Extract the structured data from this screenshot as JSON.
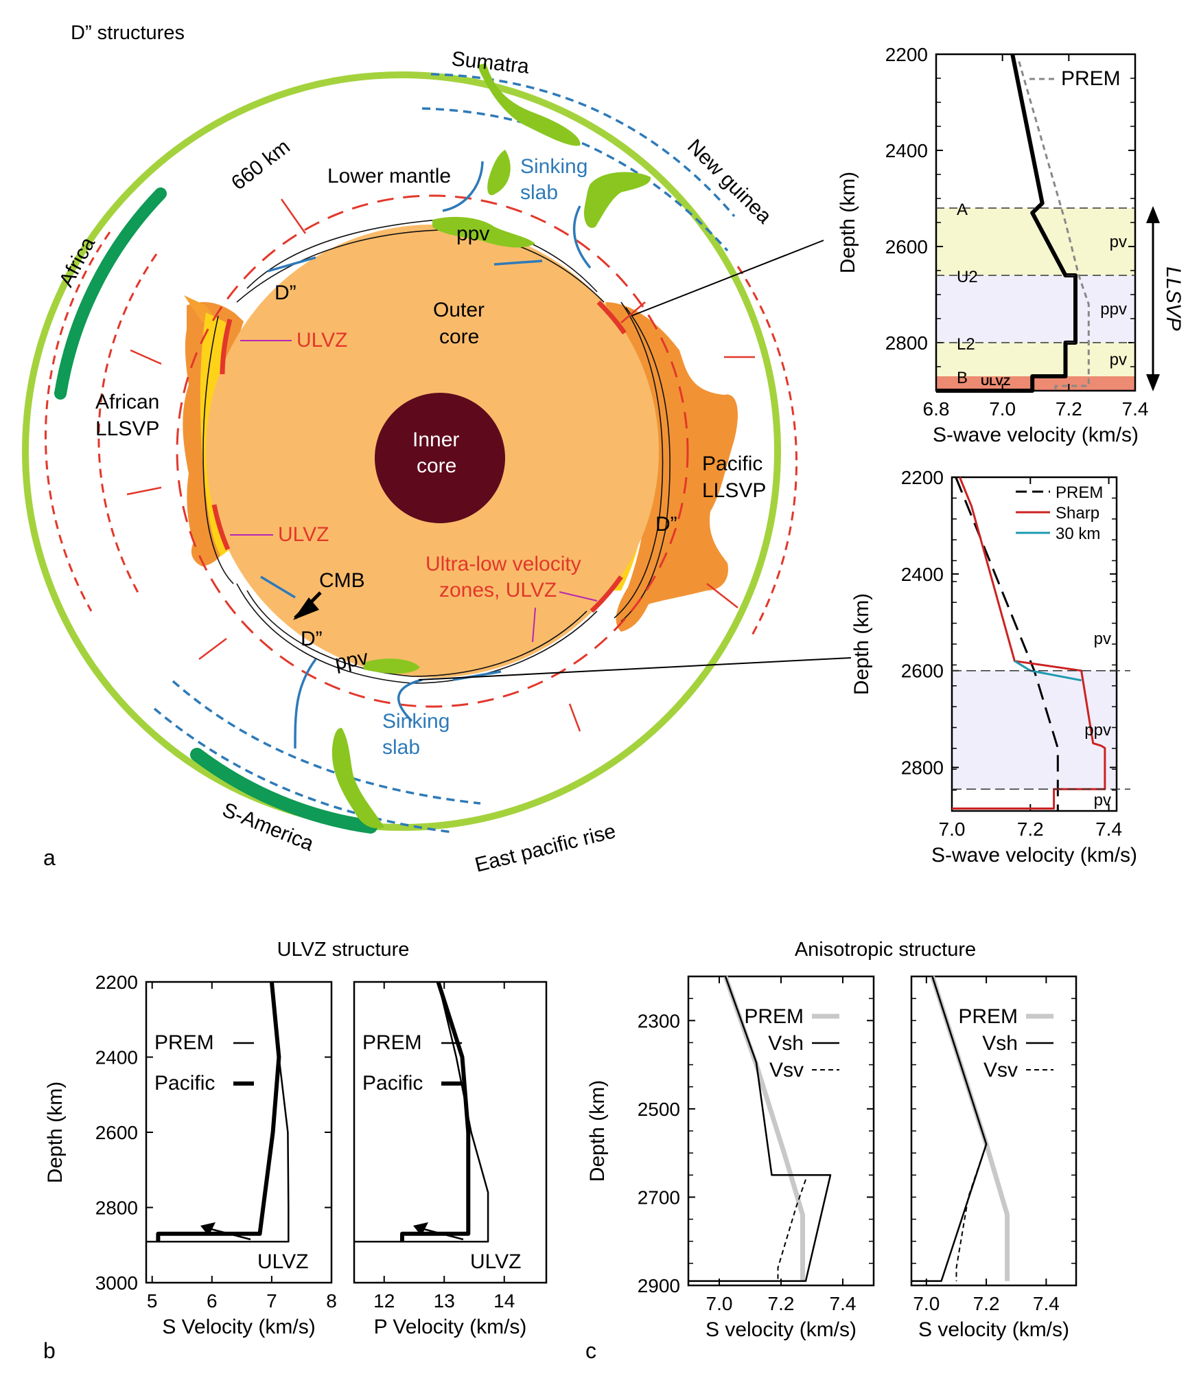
{
  "figure": {
    "section_title": "D” structures",
    "panel_labels": {
      "a": "a",
      "b": "b",
      "c": "c"
    },
    "colors": {
      "outer_core": "#f9bb6a",
      "inner_core": "#5e0a1c",
      "earth_surface": "#a4d23d",
      "continent": "#0f9a55",
      "slab": "#8bc620",
      "red_dash": "#e2372a",
      "blue_dash": "#2e7ab8",
      "llsvp": "#f08a24",
      "pv_band": "#f6f6cf",
      "ppv_band": "#efeefa",
      "ulvz_band": "#ec8b72",
      "prem_grey": "#888888",
      "sharp_red": "#cc2222",
      "km30_cyan": "#1b9ab0"
    }
  },
  "diagram": {
    "labels": {
      "sumatra": "Sumatra",
      "new_guinea": "New guinea",
      "africa": "Africa",
      "s_america": "S-America",
      "east_pacific_rise": "East pacific rise",
      "km660": "660 km",
      "lower_mantle": "Lower mantle",
      "sinking_slab_top_1": "Sinking",
      "sinking_slab_top_2": "slab",
      "sinking_slab_bottom_1": "Sinking",
      "sinking_slab_bottom_2": "slab",
      "ppv_top": "ppv",
      "ppv_bottom": "ppv",
      "d2_top": "D”",
      "d2_right": "D”",
      "d2_bottom": "D”",
      "outer_core_1": "Outer",
      "outer_core_2": "core",
      "inner_core_1": "Inner",
      "inner_core_2": "core",
      "ulvz_1": "ULVZ",
      "ulvz_2": "ULVZ",
      "african_llsvp_1": "African",
      "african_llsvp_2": "LLSVP",
      "pacific_llsvp_1": "Pacific",
      "pacific_llsvp_2": "LLSVP",
      "cmb": "CMB",
      "ulvz_long_1": "Ultra-low velocity",
      "ulvz_long_2": "zones, ULVZ"
    }
  },
  "chart_data": [
    {
      "id": "a-top",
      "type": "line",
      "xlabel": "S-wave velocity (km/s)",
      "ylabel": "Depth (km)",
      "xlim": [
        6.8,
        7.4
      ],
      "ylim": [
        2900,
        2200
      ],
      "xticks": [
        "6.8",
        "7.0",
        "7.2",
        "7.4"
      ],
      "yticks": [
        "2200",
        "2400",
        "2600",
        "2800"
      ],
      "legend": [
        "PREM"
      ],
      "side_label": "LLSVP",
      "layers": [
        {
          "name": "A",
          "depth": 2520
        },
        {
          "name": "U2",
          "depth": 2660
        },
        {
          "name": "L2",
          "depth": 2800
        },
        {
          "name": "B",
          "depth": 2870
        }
      ],
      "bands": [
        {
          "label": "pv",
          "top": 2520,
          "bottom": 2660
        },
        {
          "label": "ppv",
          "top": 2660,
          "bottom": 2800
        },
        {
          "label": "pv",
          "top": 2800,
          "bottom": 2870
        },
        {
          "label": "ULVZ",
          "top": 2870,
          "bottom": 2900
        }
      ],
      "series": [
        {
          "name": "",
          "x": [
            7.03,
            7.12,
            7.09,
            7.19,
            7.22,
            7.22,
            7.19,
            7.19,
            7.09,
            7.09,
            6.8
          ],
          "y": [
            2200,
            2510,
            2530,
            2660,
            2660,
            2800,
            2800,
            2870,
            2870,
            2900,
            2900
          ]
        },
        {
          "name": "PREM",
          "x": [
            7.05,
            7.19,
            7.23,
            7.26,
            7.26,
            7.16,
            7.16
          ],
          "y": [
            2215,
            2550,
            2660,
            2720,
            2890,
            2890,
            2900
          ]
        }
      ]
    },
    {
      "id": "a-bottom",
      "type": "line",
      "xlabel": "S-wave velocity (km/s)",
      "ylabel": "Depth (km)",
      "xlim": [
        7.0,
        7.42
      ],
      "ylim": [
        2890,
        2200
      ],
      "xticks": [
        "7.0",
        "7.2",
        "7.4"
      ],
      "yticks": [
        "2200",
        "2400",
        "2600",
        "2800"
      ],
      "bands": [
        {
          "label": "pv",
          "top": 2200,
          "bottom": 2600
        },
        {
          "label": "ppv",
          "top": 2600,
          "bottom": 2845
        },
        {
          "label": "pv",
          "top": 2845,
          "bottom": 2890
        }
      ],
      "series": [
        {
          "name": "PREM",
          "x": [
            7.01,
            7.21,
            7.27,
            7.27
          ],
          "y": [
            2200,
            2600,
            2760,
            2890
          ]
        },
        {
          "name": "Sharp",
          "x": [
            7.02,
            7.05,
            7.16,
            7.33,
            7.36,
            7.38,
            7.39,
            7.39,
            7.26,
            7.26,
            7.0
          ],
          "y": [
            2200,
            2260,
            2580,
            2600,
            2750,
            2755,
            2760,
            2845,
            2845,
            2885,
            2885
          ]
        },
        {
          "name": "30 km",
          "x": [
            7.16,
            7.2,
            7.33
          ],
          "y": [
            2580,
            2600,
            2620
          ]
        }
      ]
    },
    {
      "id": "b",
      "title": "ULVZ structure",
      "type": "line",
      "panels": [
        {
          "xlabel": "S Velocity (km/s)",
          "ylabel": "Depth (km)",
          "xlim": [
            4.9,
            8
          ],
          "ylim": [
            3000,
            2200
          ],
          "xticks": [
            "5",
            "6",
            "7",
            "8"
          ],
          "yticks": [
            "2200",
            "2400",
            "2600",
            "2800",
            "3000"
          ],
          "legend": [
            "PREM",
            "Pacific"
          ],
          "annotation": "ULVZ",
          "series": [
            {
              "name": "PREM",
              "x": [
                7.02,
                7.12,
                7.27,
                7.28,
                7.28,
                4.9
              ],
              "y": [
                2200,
                2400,
                2600,
                2800,
                2891,
                2891
              ]
            },
            {
              "name": "Pacific",
              "x": [
                7.0,
                7.12,
                7.02,
                6.8,
                6.8,
                5.1,
                5.1
              ],
              "y": [
                2200,
                2400,
                2600,
                2870,
                2870,
                2870,
                2891
              ]
            }
          ]
        },
        {
          "xlabel": "P Velocity (km/s)",
          "ylabel": "",
          "xlim": [
            11.5,
            14.7
          ],
          "ylim": [
            3000,
            2200
          ],
          "xticks": [
            "12",
            "13",
            "14"
          ],
          "yticks": [],
          "legend": [
            "PREM",
            "Pacific"
          ],
          "annotation": "ULVZ",
          "series": [
            {
              "name": "PREM",
              "x": [
                12.9,
                13.2,
                13.45,
                13.73,
                13.73,
                11.5
              ],
              "y": [
                2200,
                2400,
                2600,
                2760,
                2891,
                2891
              ]
            },
            {
              "name": "Pacific",
              "x": [
                12.9,
                13.3,
                13.4,
                13.4,
                12.3,
                12.3
              ],
              "y": [
                2200,
                2400,
                2600,
                2870,
                2870,
                2891
              ]
            }
          ]
        }
      ]
    },
    {
      "id": "c",
      "title": "Anisotropic structure",
      "type": "line",
      "panels": [
        {
          "xlabel": "S velocity (km/s)",
          "ylabel": "Depth (km)",
          "xlim": [
            6.9,
            7.5
          ],
          "ylim": [
            2900,
            2200
          ],
          "xticks": [
            "7.0",
            "7.2",
            "7.4"
          ],
          "yticks": [
            "2300",
            "2500",
            "2700",
            "2900"
          ],
          "legend": [
            "PREM",
            "Vsh",
            "Vsv"
          ],
          "series": [
            {
              "name": "PREM",
              "x": [
                7.02,
                7.12,
                7.21,
                7.27,
                7.27
              ],
              "y": [
                2200,
                2400,
                2600,
                2740,
                2890
              ]
            },
            {
              "name": "Vsh",
              "x": [
                7.02,
                7.12,
                7.17,
                7.17,
                7.36,
                7.36,
                7.28,
                7.28,
                6.9
              ],
              "y": [
                2200,
                2395,
                2650,
                2650,
                2650,
                2650,
                2890,
                2890,
                2890
              ]
            },
            {
              "name": "Vsv",
              "x": [
                7.28,
                7.25,
                7.19,
                7.19
              ],
              "y": [
                2660,
                2720,
                2860,
                2890
              ]
            }
          ]
        },
        {
          "xlabel": "S velocity (km/s)",
          "ylabel": "",
          "xlim": [
            6.95,
            7.5
          ],
          "ylim": [
            2900,
            2200
          ],
          "xticks": [
            "7.0",
            "7.2",
            "7.4"
          ],
          "yticks": [],
          "legend": [
            "PREM",
            "Vsh",
            "Vsv"
          ],
          "series": [
            {
              "name": "PREM",
              "x": [
                7.02,
                7.2,
                7.27,
                7.27
              ],
              "y": [
                2200,
                2580,
                2740,
                2890
              ]
            },
            {
              "name": "Vsh",
              "x": [
                7.02,
                7.2,
                7.05,
                7.05,
                6.95
              ],
              "y": [
                2200,
                2580,
                2890,
                2890,
                2890
              ]
            },
            {
              "name": "Vsv",
              "x": [
                7.2,
                7.14,
                7.1,
                7.1
              ],
              "y": [
                2580,
                2700,
                2860,
                2890
              ]
            }
          ]
        }
      ]
    }
  ]
}
